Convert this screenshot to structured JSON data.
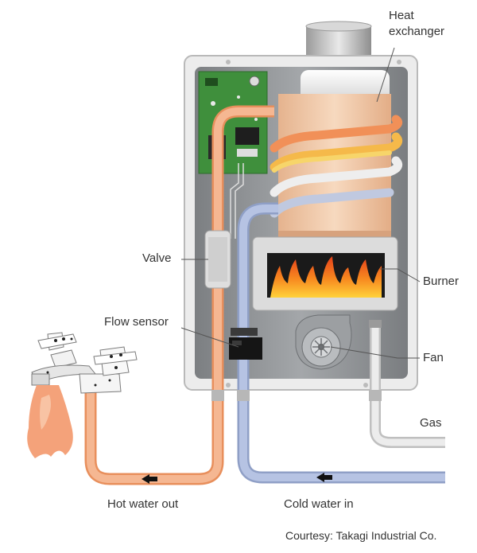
{
  "labels": {
    "heat_exchanger_line1": "Heat",
    "heat_exchanger_line2": "exchanger",
    "valve": "Valve",
    "burner": "Burner",
    "flow_sensor": "Flow sensor",
    "fan": "Fan",
    "gas": "Gas",
    "hot_water_out": "Hot water out",
    "cold_water_in": "Cold water in",
    "courtesy": "Courtesy: Takagi Industrial Co."
  },
  "colors": {
    "hot_pipe": "#f2a77c",
    "cold_pipe": "#a9b8da",
    "gas_pipe": "#e6e6e6",
    "housing": "#8a8d90",
    "exchanger": "#f2c9a6",
    "flame": "#f26b1d",
    "circuit_board": "#3f8f3c"
  },
  "icons": [
    "faucet-icon",
    "water-splash-icon",
    "flow-arrow-icon",
    "flame-icon",
    "fan-icon"
  ]
}
